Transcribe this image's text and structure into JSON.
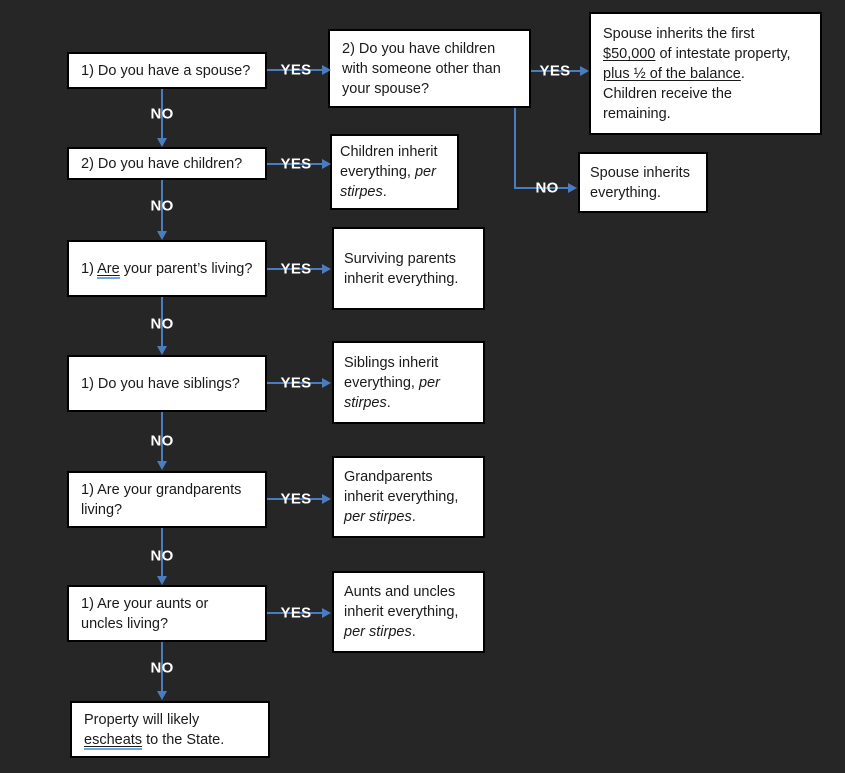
{
  "colors": {
    "background": "#262626",
    "arrow": "#4a7cc0",
    "box_bg": "#ffffff",
    "box_border": "#000000",
    "label_text": "#ffffff",
    "grammar_underline": "#6fa8dc"
  },
  "labels": {
    "yes": "YES",
    "no": "NO"
  },
  "nodes": {
    "q_spouse": {
      "text": "1) Do you have a spouse?"
    },
    "q_children_other": {
      "line1": "2) Do you have children",
      "line2": "with someone other than",
      "line3": "your spouse?"
    },
    "r_spouse_partial": {
      "line1": "Spouse inherits the first",
      "line2_underlined": "$50,000",
      "line2_rest": " of intestate property,",
      "line3_underlined": "plus ½ of the balance",
      "line3_rest": ".",
      "line4": "Children receive the",
      "line5": "remaining."
    },
    "r_spouse_all": {
      "text": "Spouse inherits everything."
    },
    "q_children": {
      "text": "2) Do you have children?"
    },
    "r_children": {
      "lead": "Children inherit everything, ",
      "italic": "per stirpes",
      "tail": "."
    },
    "q_parents": {
      "lead": "1) ",
      "underlined": "Are",
      "tail": " your parent’s living?"
    },
    "r_parents": {
      "text": "Surviving parents inherit everything."
    },
    "q_siblings": {
      "text": "1) Do you have siblings?"
    },
    "r_siblings": {
      "lead": "Siblings inherit everything, ",
      "italic": "per stirpes",
      "tail": "."
    },
    "q_grandparents": {
      "text": "1) Are your grandparents living?"
    },
    "r_grandparents": {
      "lead": "Grandparents inherit everything, ",
      "italic": "per stirpes",
      "tail": "."
    },
    "q_aunts": {
      "text": "1) Are your aunts or uncles living?"
    },
    "r_aunts": {
      "lead": "Aunts and uncles inherit everything, ",
      "italic": "per stirpes",
      "tail": "."
    },
    "r_escheat": {
      "lead": "Property will likely ",
      "underlined": "escheats",
      "tail": " to the State."
    }
  }
}
